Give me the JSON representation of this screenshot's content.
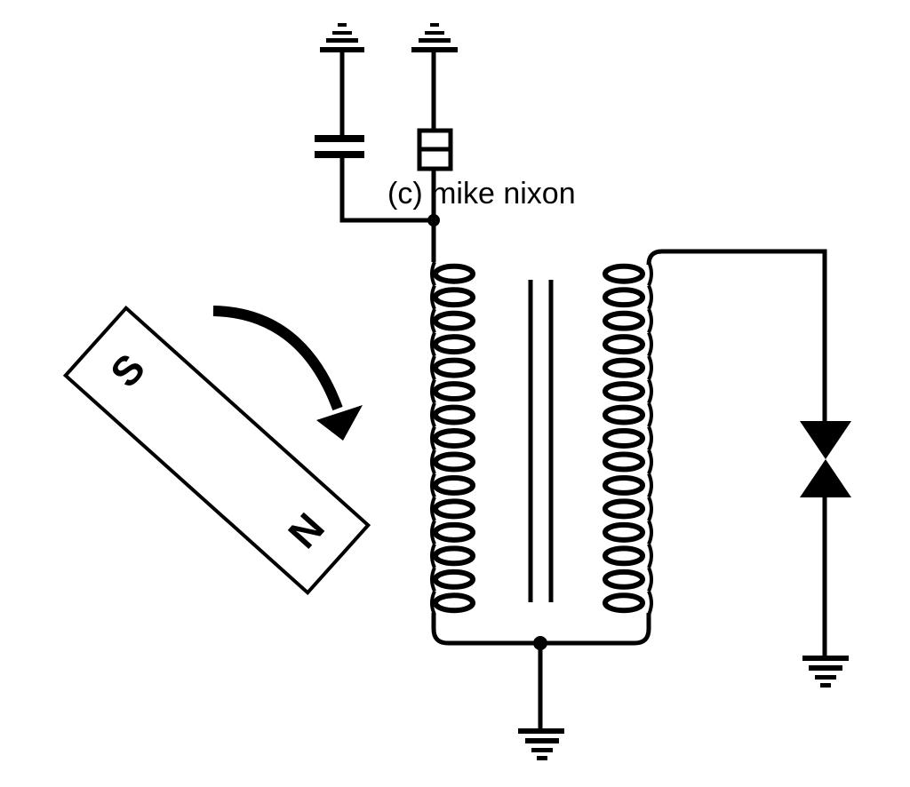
{
  "credit": "(c) mike nixon",
  "magnet": {
    "south_label": "S",
    "north_label": "N"
  },
  "colors": {
    "ink": "#000000",
    "background": "#ffffff"
  },
  "coils": {
    "primary_turns": 15,
    "secondary_turns": 15
  }
}
